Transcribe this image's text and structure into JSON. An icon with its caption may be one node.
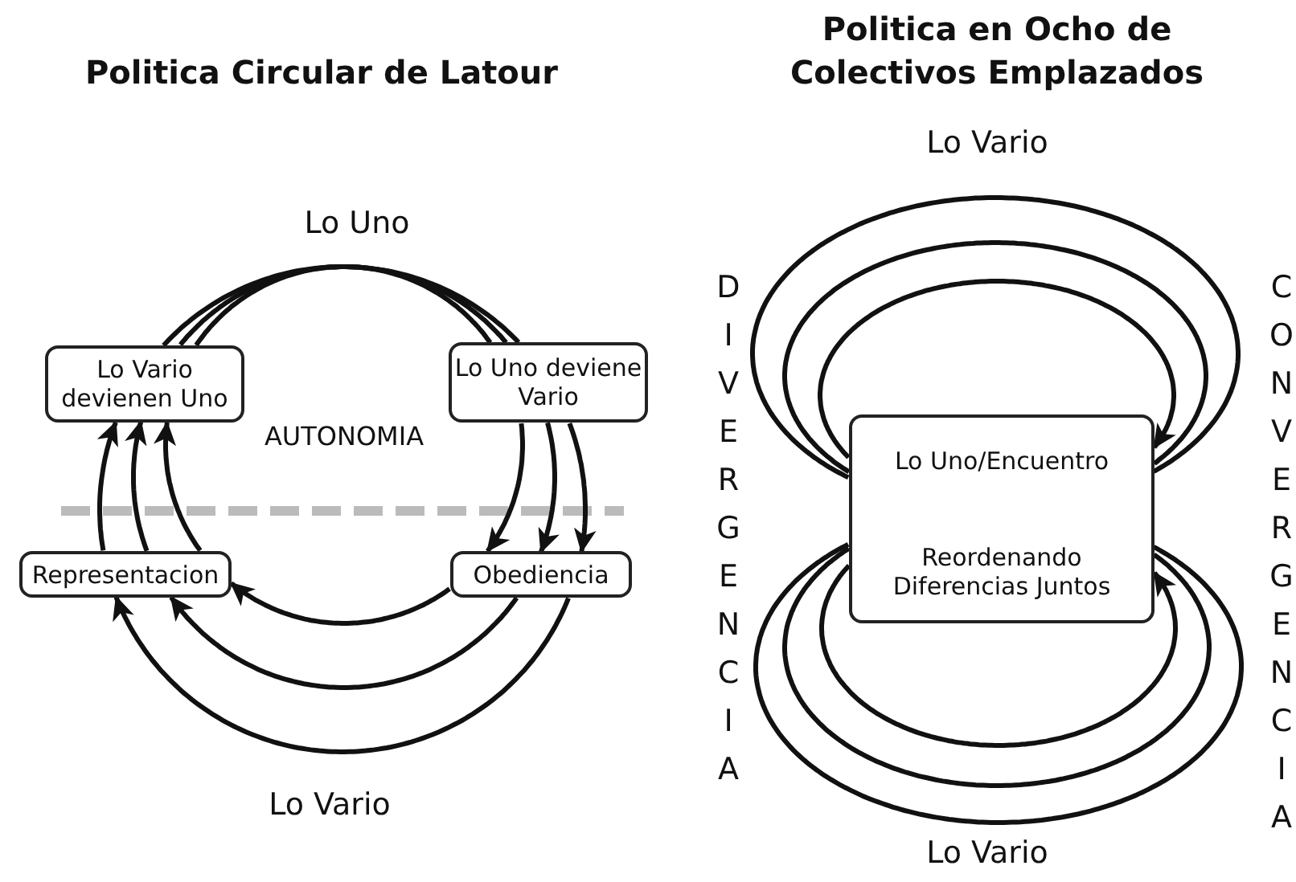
{
  "diagram": {
    "nodes": [
      {
        "text": [
          "Lo Vario devienen Uno"
        ]
      },
      {
        "text": [
          "Lo Uno deviene Vario"
        ]
      },
      {
        "text": [
          "Representacion"
        ]
      },
      {
        "text": [
          "Obediencia"
        ]
      },
      {
        "text": [
          "Lo Uno/Encuentro",
          "Reordenando Diferencias Juntos"
        ]
      }
    ],
    "edges": [
      {
        "from": 2,
        "to": 0,
        "arrow": "to"
      },
      {
        "from": 2,
        "to": 0,
        "arrow": "to"
      },
      {
        "from": 2,
        "to": 0,
        "arrow": "to"
      },
      {
        "from": 0,
        "to": 1,
        "arrow": "none"
      },
      {
        "from": 0,
        "to": 1,
        "arrow": "none"
      },
      {
        "from": 0,
        "to": 1,
        "arrow": "none"
      },
      {
        "from": 1,
        "to": 3,
        "arrow": "to"
      },
      {
        "from": 1,
        "to": 3,
        "arrow": "to"
      },
      {
        "from": 1,
        "to": 3,
        "arrow": "to"
      },
      {
        "from": 3,
        "to": 2,
        "arrow": "to"
      },
      {
        "from": 3,
        "to": 2,
        "arrow": "to"
      },
      {
        "from": 3,
        "to": 2,
        "arrow": "to"
      },
      {
        "from": 4,
        "to": 4,
        "arrow": "to"
      },
      {
        "from": 4,
        "to": 4,
        "arrow": "to"
      },
      {
        "from": 4,
        "to": 4,
        "arrow": "to"
      },
      {
        "from": 4,
        "to": 4,
        "arrow": "to"
      },
      {
        "from": 4,
        "to": 4,
        "arrow": "to"
      },
      {
        "from": 4,
        "to": 4,
        "arrow": "to"
      }
    ],
    "labels": [
      "Politica Circular de Latour",
      "Politica en Ocho de Colectivos Emplazados",
      "Lo Vario",
      "Lo Uno",
      "AUTONOMIA",
      "DIVERGENCIA",
      "CONVERGENCIA",
      "Lo Vario",
      "Lo Vario"
    ]
  }
}
